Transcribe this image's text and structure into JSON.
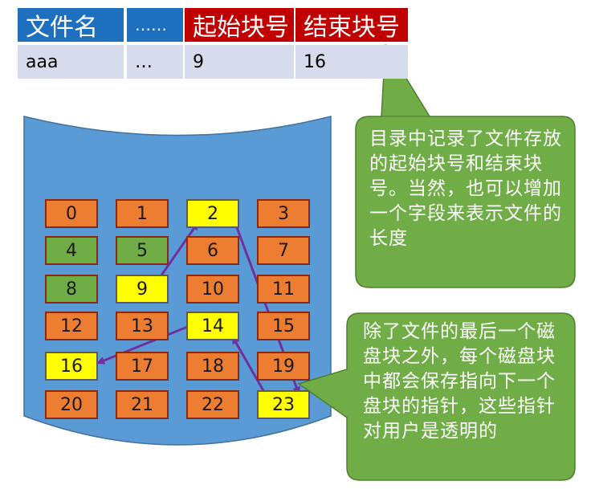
{
  "table": {
    "headers": [
      "文件名",
      "……",
      "起始块号",
      "结束块号"
    ],
    "row": [
      "aaa",
      "…",
      "9",
      "16"
    ]
  },
  "blocks": [
    {
      "n": "0",
      "type": "orange"
    },
    {
      "n": "1",
      "type": "orange"
    },
    {
      "n": "2",
      "type": "yellow"
    },
    {
      "n": "3",
      "type": "orange"
    },
    {
      "n": "4",
      "type": "green"
    },
    {
      "n": "5",
      "type": "green"
    },
    {
      "n": "6",
      "type": "orange"
    },
    {
      "n": "7",
      "type": "orange"
    },
    {
      "n": "8",
      "type": "green"
    },
    {
      "n": "9",
      "type": "yellow"
    },
    {
      "n": "10",
      "type": "orange"
    },
    {
      "n": "11",
      "type": "orange"
    },
    {
      "n": "12",
      "type": "orange"
    },
    {
      "n": "13",
      "type": "orange"
    },
    {
      "n": "14",
      "type": "yellow"
    },
    {
      "n": "15",
      "type": "orange"
    },
    {
      "n": "16",
      "type": "yellow"
    },
    {
      "n": "17",
      "type": "orange"
    },
    {
      "n": "18",
      "type": "orange"
    },
    {
      "n": "19",
      "type": "orange"
    },
    {
      "n": "20",
      "type": "orange"
    },
    {
      "n": "21",
      "type": "orange"
    },
    {
      "n": "22",
      "type": "orange"
    },
    {
      "n": "23",
      "type": "yellow"
    }
  ],
  "chain": [
    "9",
    "2",
    "23",
    "14",
    "16"
  ],
  "callouts": {
    "directory": "目录中记录了文件存放的起始块号和结束块号。当然，也可以增加一个字段来表示文件的长度",
    "pointer": "除了文件的最后一个磁盘块之外，每个磁盘块中都会保存指向下一个盘块的指针，这些指针对用户是透明的"
  },
  "colors": {
    "header_blue": "#1f6fbf",
    "header_red": "#c00000",
    "row_bg": "#d6dcec",
    "disk": "#5b9bd5",
    "callout": "#70ad47",
    "arrow": "#7030a0"
  }
}
